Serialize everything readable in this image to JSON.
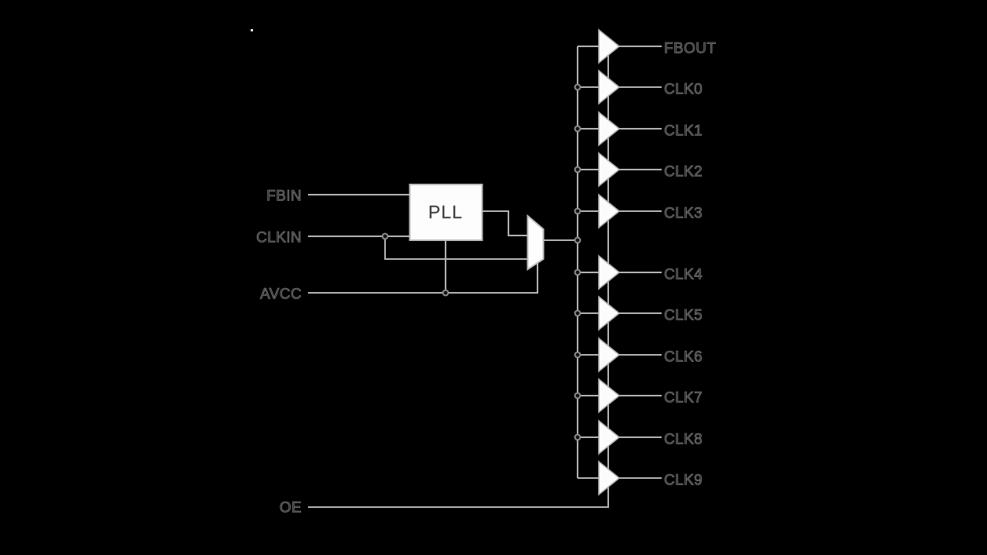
{
  "diagram_type": "pll-clock-driver-block-diagram",
  "colors": {
    "background": "#000000",
    "wire": "#b1b3b4",
    "shape_fill": "#fdfdfd",
    "shape_stroke": "#bdbdbd",
    "junction_dot_fill": "#161314",
    "junction_dot_ring": "#8d8d8d",
    "label_text": "#2f2b2c"
  },
  "blocks": {
    "pll": {
      "label": "PLL"
    }
  },
  "inputs": [
    {
      "label": "FBIN"
    },
    {
      "label": "CLKIN"
    },
    {
      "label": "AVCC"
    },
    {
      "label": "OE"
    }
  ],
  "outputs": [
    {
      "label": "FBOUT"
    },
    {
      "label": "CLK0"
    },
    {
      "label": "CLK1"
    },
    {
      "label": "CLK2"
    },
    {
      "label": "CLK3"
    },
    {
      "label": "CLK4"
    },
    {
      "label": "CLK5"
    },
    {
      "label": "CLK6"
    },
    {
      "label": "CLK7"
    },
    {
      "label": "CLK8"
    },
    {
      "label": "CLK9"
    }
  ]
}
